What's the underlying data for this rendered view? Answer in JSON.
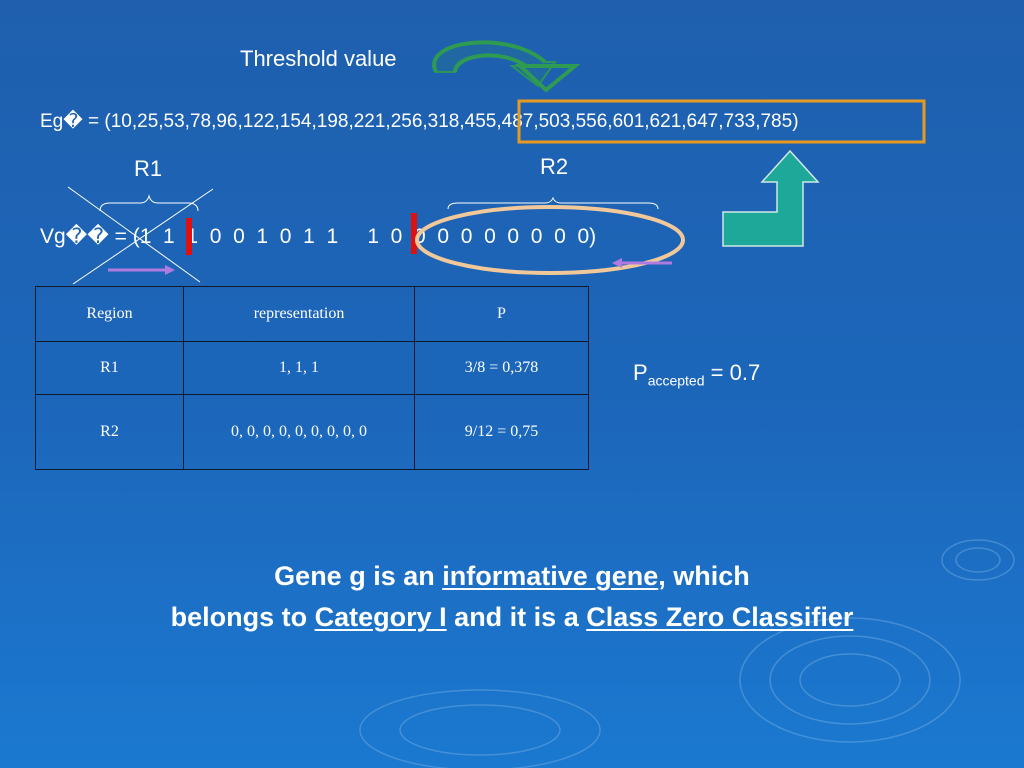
{
  "annotations": {
    "threshold_label": "Threshold value",
    "r1_label": "R1",
    "r2_label": "R2"
  },
  "expression_eg": {
    "prefix": "Eg� =",
    "values": "(10,25,53,78,96,122,154,198,221,256,318,455,487,503,556,601,621,647,733,785)"
  },
  "expression_vg": {
    "prefix": "Vg�� =",
    "text": "(1  1  1  0  0  1  0  1  1     1  0  0  0  0  0  0  0  0  0)"
  },
  "table": {
    "headers": [
      "Region",
      "representation",
      "P"
    ],
    "rows": [
      {
        "region": "R1",
        "representation": "1, 1, 1",
        "p": "3/8 = 0,378"
      },
      {
        "region": "R2",
        "representation": "0, 0, 0, 0, 0, 0, 0, 0, 0",
        "p": "9/12 = 0,75"
      }
    ]
  },
  "p_accepted": {
    "symbol": "P",
    "subscript": "accepted",
    "value": "= 0.7"
  },
  "conclusion": {
    "line1_a": "Gene g is an ",
    "line1_u": "informative gene",
    "line1_b": ", which",
    "line2_a": "belongs to ",
    "line2_u1": "Category I",
    "line2_b": " and it is a ",
    "line2_u2": "Class Zero Classifier"
  },
  "colors": {
    "highlight_box": "#e89a20",
    "ellipse": "#f0c89a",
    "separator_bar": "#e01010",
    "arrow_purple": "#b07be0",
    "curved_arrow": "#2e9a52",
    "up_arrow": "#1ea89a"
  }
}
